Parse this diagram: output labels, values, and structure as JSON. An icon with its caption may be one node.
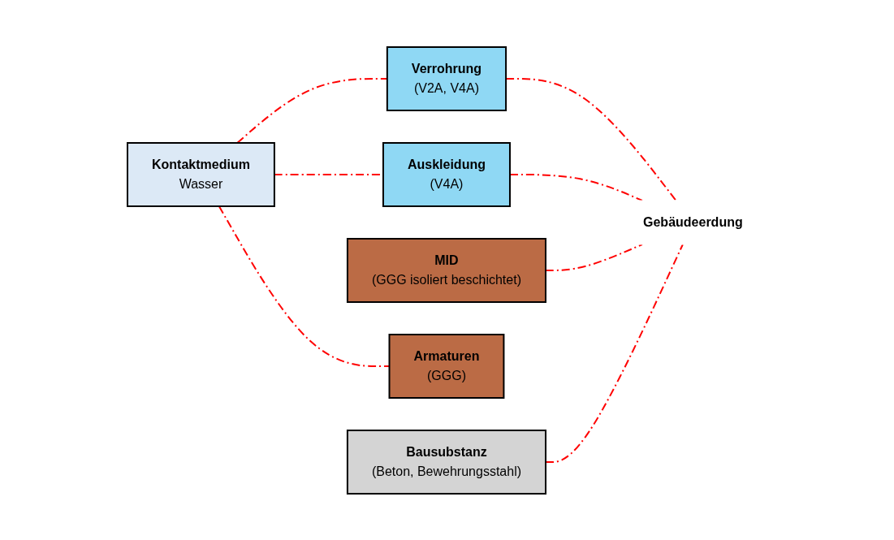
{
  "diagram": {
    "nodes": [
      {
        "text": [
          "Bausubstanz",
          "(Beton, Bewehrungsstahl)"
        ]
      },
      {
        "text": [
          "Verrohrung",
          "(V2A, V4A)"
        ]
      },
      {
        "text": [
          "Kontaktmedium",
          "Wasser"
        ]
      },
      {
        "text": [
          "Auskleidung",
          "(V4A)"
        ]
      },
      {
        "text": [
          "Armaturen",
          "(GGG)"
        ]
      },
      {
        "text": [
          "MID",
          "(GGG isoliert beschichtet)"
        ]
      },
      {
        "text": [
          "Gebäudeerdung"
        ]
      }
    ],
    "edges": [
      {
        "from": 2,
        "to": 1,
        "arrow": "none",
        "style": "dashed"
      },
      {
        "from": 2,
        "to": 3,
        "arrow": "none",
        "style": "dashed"
      },
      {
        "from": 2,
        "to": 4,
        "arrow": "none",
        "style": "dashed"
      },
      {
        "from": 1,
        "to": 6,
        "arrow": "none",
        "style": "dashed"
      },
      {
        "from": 3,
        "to": 6,
        "arrow": "none",
        "style": "dashed"
      },
      {
        "from": 5,
        "to": 6,
        "arrow": "none",
        "style": "dashed"
      },
      {
        "from": 0,
        "to": 6,
        "arrow": "none",
        "style": "dashed"
      }
    ]
  }
}
